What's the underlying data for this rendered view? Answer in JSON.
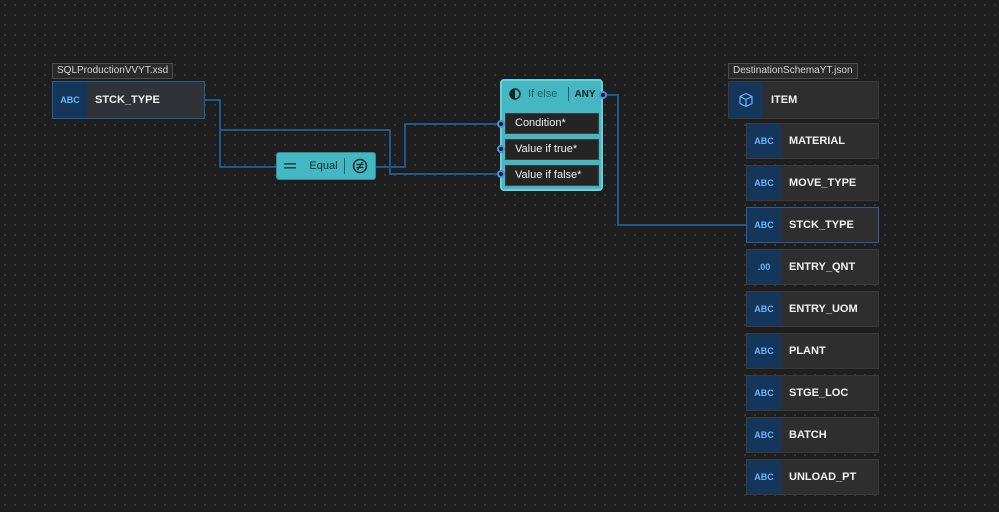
{
  "source": {
    "schema_file": "SQLProductionVVYT.xsd",
    "field": {
      "type": "ABC",
      "name": "STCK_TYPE"
    }
  },
  "equal_node": {
    "label": "Equal",
    "operator_icon": "equals-icon",
    "action_icon": "not-equal-circle-icon"
  },
  "ifelse_node": {
    "title": "If else",
    "output_type": "ANY",
    "icon": "contrast-icon",
    "inputs": [
      "Condition*",
      "Value if true*",
      "Value if false*"
    ]
  },
  "destination": {
    "schema_file": "DestinationSchemaYT.json",
    "root": {
      "name": "ITEM",
      "icon": "cube-icon"
    },
    "fields": [
      {
        "type": "ABC",
        "name": "MATERIAL"
      },
      {
        "type": "ABC",
        "name": "MOVE_TYPE"
      },
      {
        "type": "ABC",
        "name": "STCK_TYPE"
      },
      {
        "type": ".00",
        "name": "ENTRY_QNT"
      },
      {
        "type": "ABC",
        "name": "ENTRY_UOM"
      },
      {
        "type": "ABC",
        "name": "PLANT"
      },
      {
        "type": "ABC",
        "name": "STGE_LOC"
      },
      {
        "type": "ABC",
        "name": "BATCH"
      },
      {
        "type": "ABC",
        "name": "UNLOAD_PT"
      }
    ]
  },
  "colors": {
    "canvas": "#1e1e1e",
    "wire": "#1d5a8c",
    "node_teal": "#45b7c2",
    "badge_bg": "#13365a",
    "badge_text": "#6fb3ff"
  }
}
